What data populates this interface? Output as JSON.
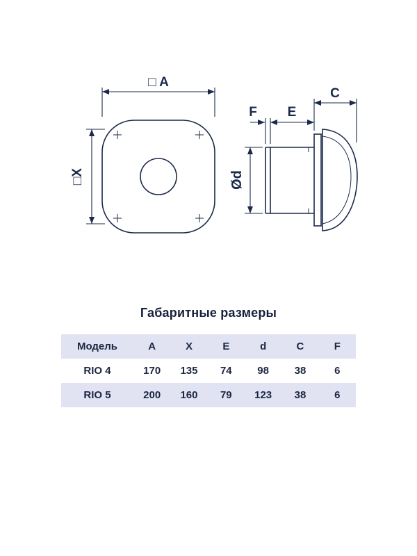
{
  "page": {
    "title": "Габаритные размеры"
  },
  "diagram": {
    "front_view": {
      "width_label": "□ A",
      "height_label": "□X"
    },
    "side_view": {
      "depth_label": "C",
      "flange_label": "F",
      "duct_label": "E",
      "diameter_label": "Ød"
    }
  },
  "table": {
    "headers": [
      "Модель",
      "A",
      "X",
      "E",
      "d",
      "C",
      "F"
    ],
    "rows": [
      {
        "model": "RIO 4",
        "values": [
          "170",
          "135",
          "74",
          "98",
          "38",
          "6"
        ]
      },
      {
        "model": "RIO 5",
        "values": [
          "200",
          "160",
          "79",
          "123",
          "38",
          "6"
        ]
      }
    ]
  },
  "colors": {
    "line": "#1b2a4a",
    "stripe": "#e1e2f2"
  }
}
